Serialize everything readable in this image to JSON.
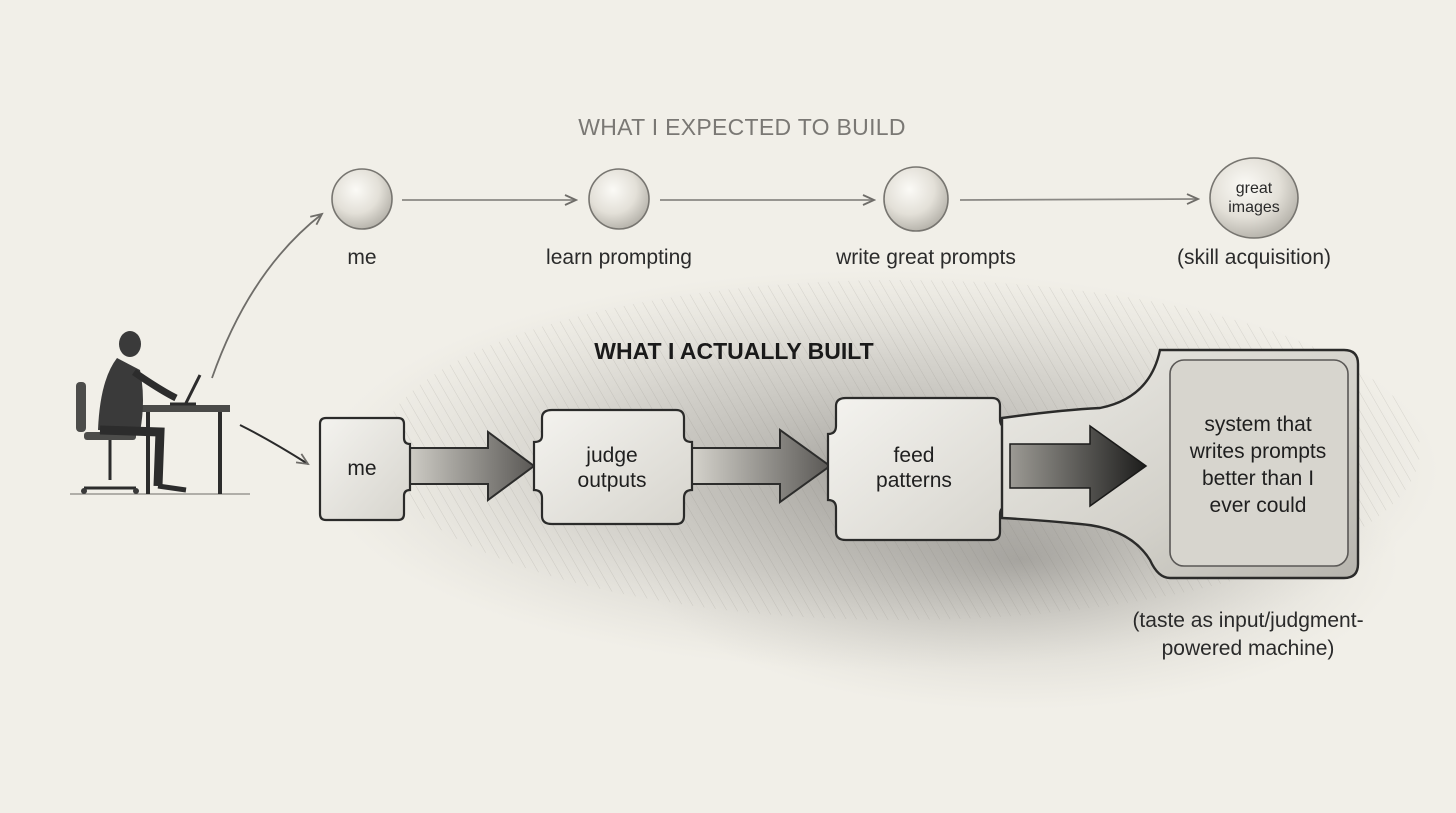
{
  "top": {
    "heading": "WHAT I EXPECTED TO BUILD",
    "steps": [
      {
        "label": "me"
      },
      {
        "label": "learn prompting"
      },
      {
        "label": "write great prompts"
      },
      {
        "label": "(skill acquisition)",
        "node_text": [
          "great",
          "images"
        ]
      }
    ]
  },
  "bottom": {
    "heading": "WHAT I ACTUALLY BUILT",
    "boxes": [
      {
        "lines": [
          "me"
        ]
      },
      {
        "lines": [
          "judge",
          "outputs"
        ]
      },
      {
        "lines": [
          "feed",
          "patterns"
        ]
      }
    ],
    "machine": {
      "lines": [
        "system that",
        "writes prompts",
        "better than I",
        "ever could"
      ]
    },
    "caption": [
      "(taste as input/judgment-",
      "powered machine)"
    ]
  }
}
